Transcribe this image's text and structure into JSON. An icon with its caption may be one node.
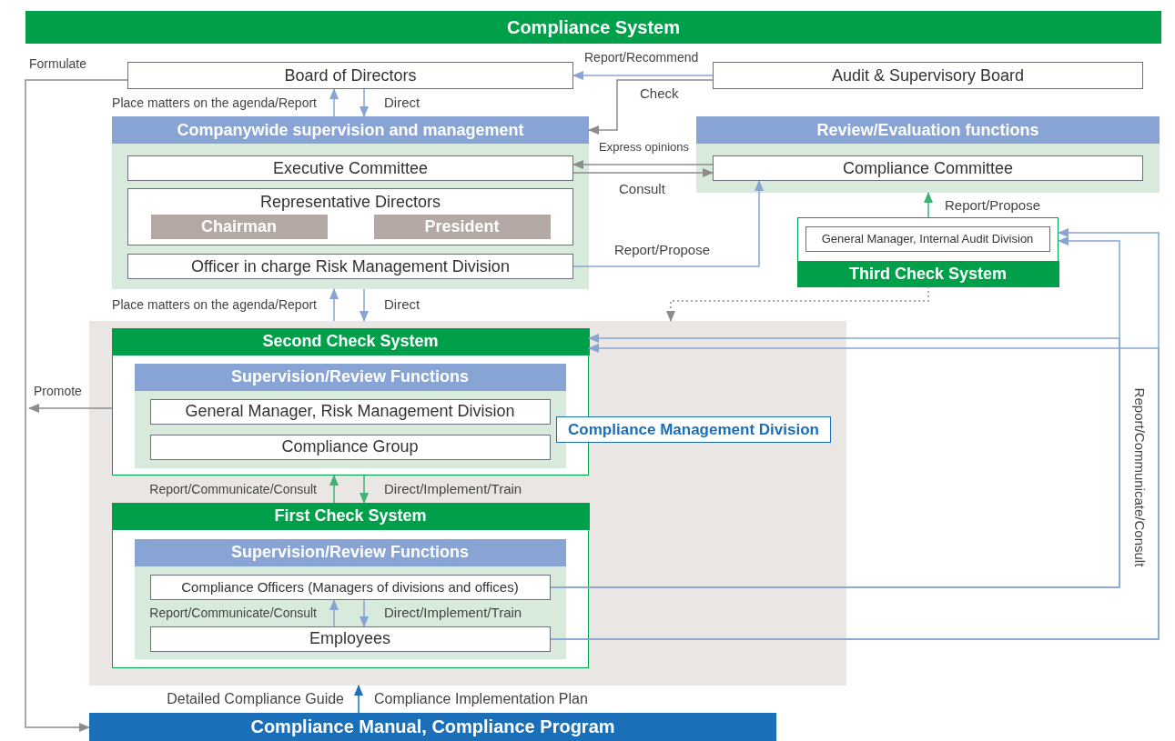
{
  "diagram": {
    "title": "Compliance System",
    "nodes": [
      {
        "text": [
          "Board of Directors"
        ]
      },
      {
        "text": [
          "Audit & Supervisory Board"
        ]
      },
      {
        "text": [
          "Companywide supervision and management"
        ]
      },
      {
        "text": [
          "Executive Committee"
        ],
        "in": 2
      },
      {
        "text": [
          "Representative Directors"
        ],
        "in": 2
      },
      {
        "text": [
          "Chairman"
        ],
        "in": 4
      },
      {
        "text": [
          "President"
        ],
        "in": 4
      },
      {
        "text": [
          "Officer in charge Risk Management Division"
        ],
        "in": 2
      },
      {
        "text": [
          "Review/Evaluation functions"
        ]
      },
      {
        "text": [
          "Compliance Committee"
        ],
        "in": 8
      },
      {
        "text": [
          "Third Check System"
        ]
      },
      {
        "text": [
          "General Manager, Internal Audit Division"
        ],
        "in": 10
      },
      {
        "text": [],
        "shape": "box"
      },
      {
        "text": [
          "Second Check System"
        ],
        "in": 12
      },
      {
        "text": [
          "Supervision/Review Functions"
        ],
        "in": 13
      },
      {
        "text": [
          "General Manager, Risk Management Division"
        ],
        "in": 14
      },
      {
        "text": [
          "Compliance Group"
        ],
        "in": 14
      },
      {
        "text": [
          "Compliance Management Division"
        ],
        "in": 12
      },
      {
        "text": [
          "First Check System"
        ],
        "in": 12
      },
      {
        "text": [
          "Supervision/Review Functions"
        ],
        "in": 18
      },
      {
        "text": [
          "Compliance Officers (Managers of divisions and offices)"
        ],
        "in": 19
      },
      {
        "text": [
          "Employees"
        ],
        "in": 19
      },
      {
        "text": [
          "Compliance Manual, Compliance Program"
        ]
      }
    ],
    "edges": [
      {
        "from": 1,
        "to": 0,
        "arrow": "to",
        "label": "Report/Recommend"
      },
      {
        "from": 1,
        "to": 2,
        "arrow": "to",
        "label": "Check",
        "color": "#8c8c8c"
      },
      {
        "from": 9,
        "to": 3,
        "arrow": "to",
        "label": "Express opinions",
        "color": "#8c8c8c"
      },
      {
        "from": 3,
        "to": 9,
        "arrow": "to",
        "label": "Consult",
        "color": "#8c8c8c"
      },
      {
        "from": 7,
        "to": 9,
        "arrow": "to",
        "label": "Report/Propose"
      },
      {
        "from": 10,
        "to": 8,
        "arrow": "to",
        "label": "Report/Propose",
        "color": "#3cb371"
      },
      {
        "from": 2,
        "to": 0,
        "arrow": "to",
        "label": "Place matters on the agenda/Report"
      },
      {
        "from": 0,
        "to": 2,
        "arrow": "to",
        "label": "Direct"
      },
      {
        "from": 0,
        "to": 22,
        "arrow": "to",
        "label": "Formulate",
        "color": "#8c8c8c"
      },
      {
        "from": 12,
        "to": 2,
        "arrow": "to",
        "label": "Place matters on the agenda/Report"
      },
      {
        "from": 2,
        "to": 12,
        "arrow": "to",
        "label": "Direct"
      },
      {
        "from": 10,
        "to": 12,
        "arrow": "to",
        "style": "dashed",
        "color": "#8c8c8c"
      },
      {
        "from": 13,
        "to": null,
        "arrow": "to",
        "label": "Promote",
        "color": "#8c8c8c"
      },
      {
        "from": 18,
        "to": 13,
        "arrow": "to",
        "label": "Report/Communicate/Consult",
        "color": "#3cb371"
      },
      {
        "from": 13,
        "to": 18,
        "arrow": "to",
        "label": "Direct/Implement/Train",
        "color": "#3cb371"
      },
      {
        "from": 21,
        "to": 20,
        "arrow": "to",
        "label": "Report/Communicate/Consult"
      },
      {
        "from": 20,
        "to": 21,
        "arrow": "to",
        "label": "Direct/Implement/Train"
      },
      {
        "from": 20,
        "to": 10,
        "arrow": "to",
        "label": "Report/Communicate/Consult"
      },
      {
        "from": 20,
        "to": 13,
        "arrow": "to"
      },
      {
        "from": 21,
        "to": 10,
        "arrow": "to"
      },
      {
        "from": 21,
        "to": 13,
        "arrow": "to"
      },
      {
        "from": 22,
        "to": 12,
        "arrow": "to",
        "color": "#1a6fb8"
      }
    ],
    "labels": [
      "Detailed Compliance Guide",
      "Compliance Implementation Plan"
    ]
  }
}
